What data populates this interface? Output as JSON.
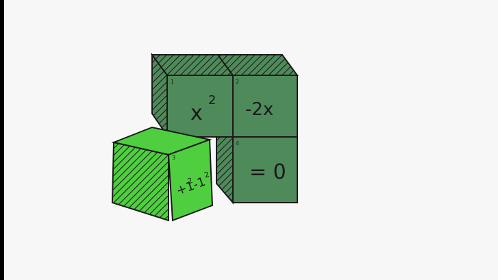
{
  "cubes": [
    {
      "number": "1",
      "expression_base": "x",
      "expression_sup": "2"
    },
    {
      "number": "2",
      "expression": "-2x"
    },
    {
      "number": "3",
      "expression_parts": [
        "+1",
        "2",
        "-1",
        "2"
      ]
    },
    {
      "number": "4",
      "expression": "= 0"
    }
  ],
  "colors": {
    "dark_green": "#4f8a5a",
    "light_green": "#4fcf3f",
    "outline": "#1a1a1a",
    "background": "#f7f7f7"
  }
}
